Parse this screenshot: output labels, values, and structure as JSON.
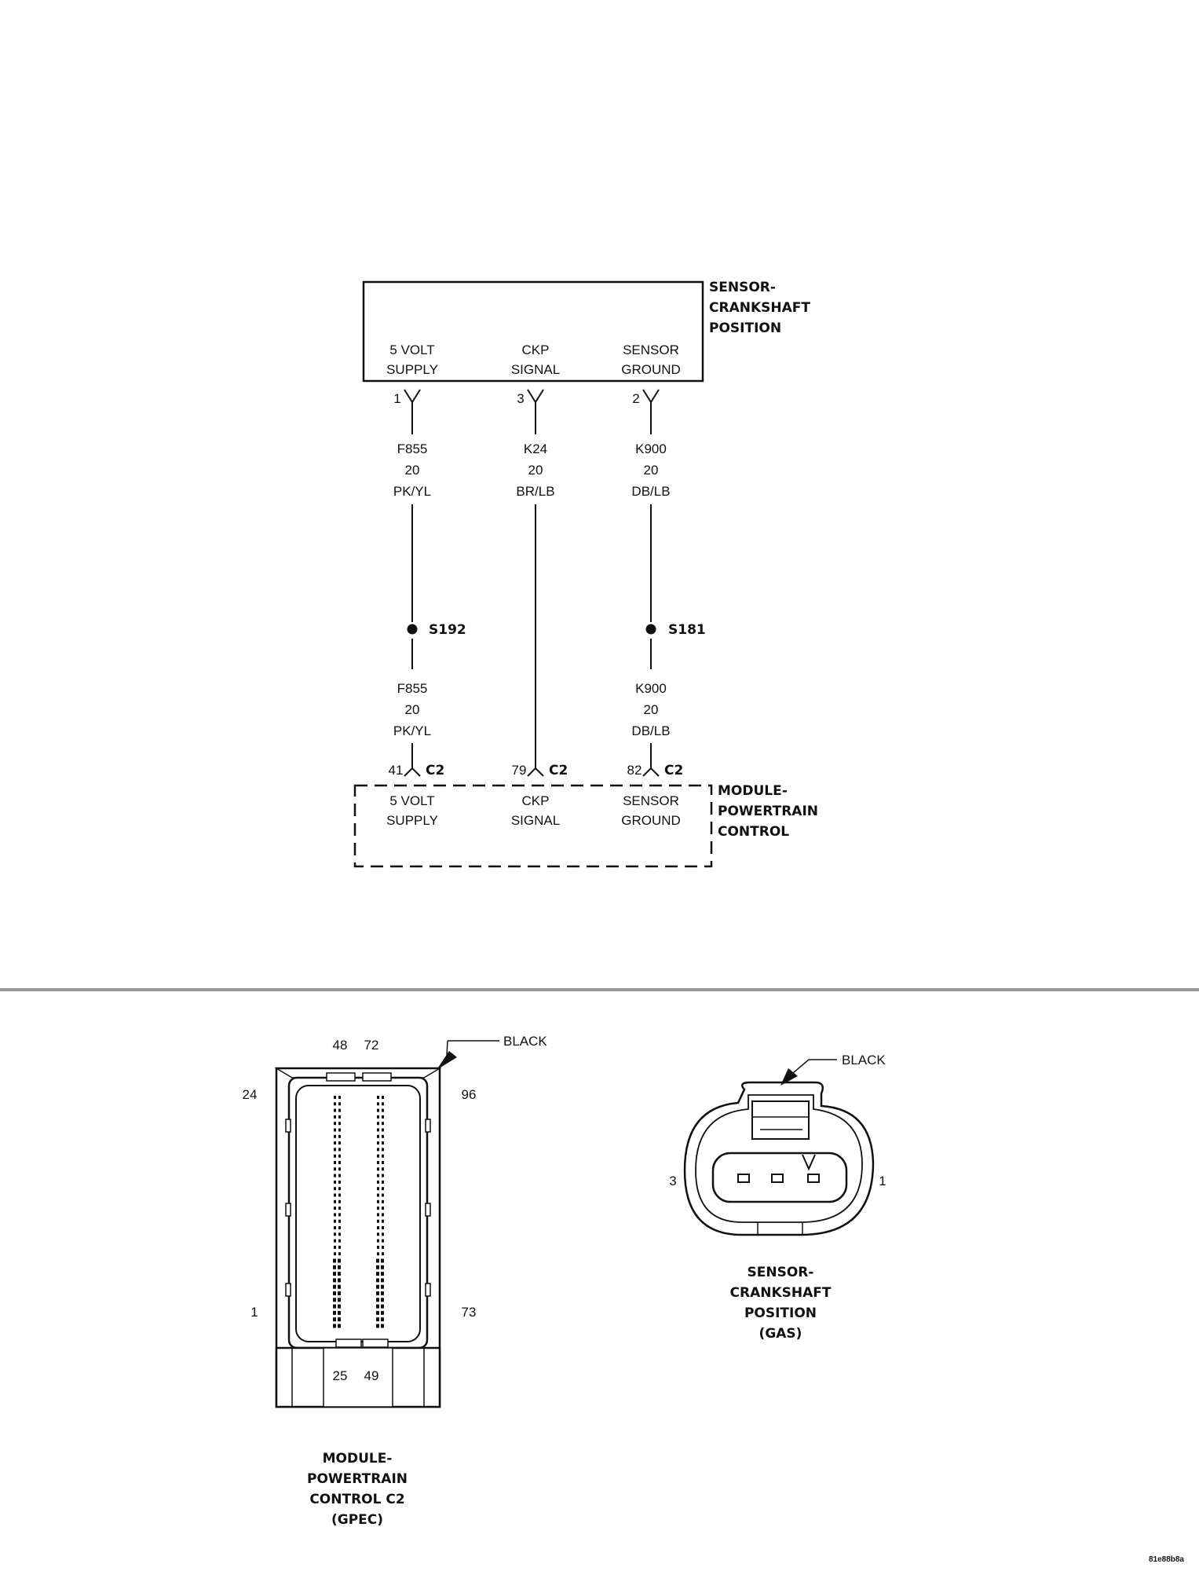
{
  "schematic": {
    "sensor": {
      "title": [
        "SENSOR-",
        "CRANKSHAFT",
        "POSITION"
      ],
      "pins": [
        {
          "label": [
            "5 VOLT",
            "SUPPLY"
          ],
          "pin": "1"
        },
        {
          "label": [
            "CKP",
            "SIGNAL"
          ],
          "pin": "3"
        },
        {
          "label": [
            "SENSOR",
            "GROUND"
          ],
          "pin": "2"
        }
      ]
    },
    "wires": [
      {
        "circuit": "F855",
        "gauge": "20",
        "color": "PK/YL"
      },
      {
        "circuit": "K24",
        "gauge": "20",
        "color": "BR/LB"
      },
      {
        "circuit": "K900",
        "gauge": "20",
        "color": "DB/LB"
      }
    ],
    "splices": [
      {
        "id": "S192",
        "circuit": "F855",
        "gauge": "20",
        "color": "PK/YL"
      },
      {
        "id": "S181",
        "circuit": "K900",
        "gauge": "20",
        "color": "DB/LB"
      }
    ],
    "module": {
      "title": [
        "MODULE-",
        "POWERTRAIN",
        "CONTROL"
      ],
      "connector": "C2",
      "pins": [
        {
          "pin": "41",
          "label": [
            "5 VOLT",
            "SUPPLY"
          ]
        },
        {
          "pin": "79",
          "label": [
            "CKP",
            "SIGNAL"
          ]
        },
        {
          "pin": "82",
          "label": [
            "SENSOR",
            "GROUND"
          ]
        }
      ]
    }
  },
  "connector_views": {
    "pcm_c2": {
      "color_label": "BLACK",
      "pins_top": [
        "48",
        "72"
      ],
      "pins_bottom": [
        "25",
        "49"
      ],
      "left_top": "24",
      "left_bottom": "1",
      "right_top": "96",
      "right_bottom": "73",
      "caption": [
        "MODULE-",
        "POWERTRAIN",
        "CONTROL C2",
        "(GPEC)"
      ]
    },
    "ckp_sensor": {
      "color_label": "BLACK",
      "left_pin": "3",
      "right_pin": "1",
      "caption": [
        "SENSOR-",
        "CRANKSHAFT",
        "POSITION",
        "(GAS)"
      ]
    }
  },
  "figure_id": "81e88b8a"
}
